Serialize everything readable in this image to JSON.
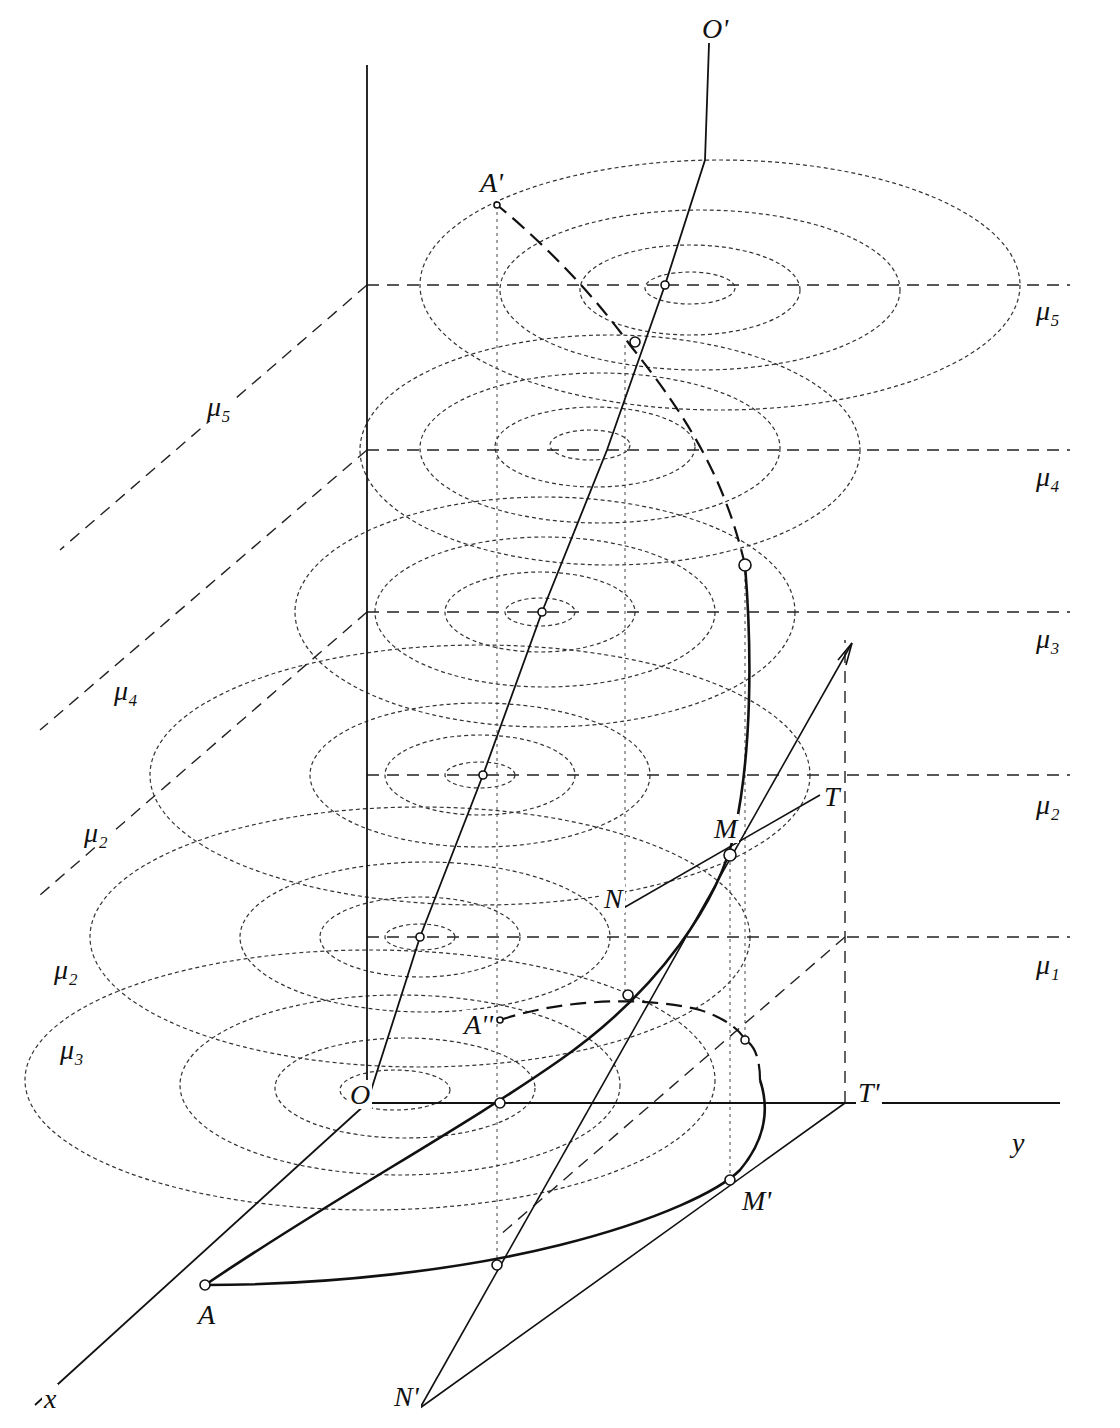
{
  "diagram": {
    "labels": [
      "O'",
      "A'",
      "μ₅",
      "μ₅",
      "μ₄",
      "μ₄",
      "μ₃",
      "T",
      "μ₂",
      "M",
      "μ₂",
      "N",
      "μ₁",
      "A''",
      "μ₂",
      "μ₃",
      "O",
      "T'",
      "y",
      "M'",
      "A",
      "N'",
      "x"
    ]
  }
}
